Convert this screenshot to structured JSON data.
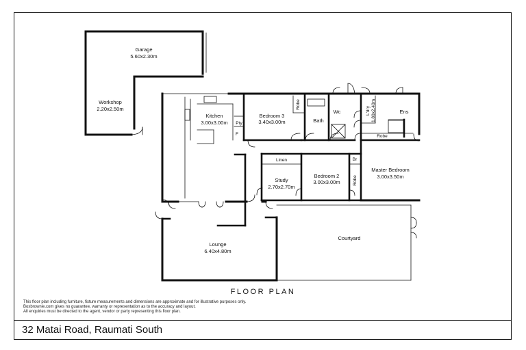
{
  "plan": {
    "rooms": [
      {
        "id": "garage",
        "name": "Garage",
        "dims": "5.60x2.30m"
      },
      {
        "id": "workshop",
        "name": "Workshop",
        "dims": "2.20x2.50m"
      },
      {
        "id": "kitchen",
        "name": "Kitchen",
        "dims": "3.00x3.00m"
      },
      {
        "id": "bedroom3",
        "name": "Bedroom 3",
        "dims": "3.40x3.00m"
      },
      {
        "id": "bath",
        "name": "Bath"
      },
      {
        "id": "wc",
        "name": "Wc"
      },
      {
        "id": "ldry",
        "name": "L'dry",
        "dims": "1.80x2.40m"
      },
      {
        "id": "ens",
        "name": "Ens"
      },
      {
        "id": "master",
        "name": "Master Bedroom",
        "dims": "3.00x3.50m"
      },
      {
        "id": "bedroom2",
        "name": "Bedroom 2",
        "dims": "3.00x3.00m"
      },
      {
        "id": "study",
        "name": "Study",
        "dims": "2.70x2.70m"
      },
      {
        "id": "lounge",
        "name": "Lounge",
        "dims": "6.40x4.80m"
      },
      {
        "id": "courtyard",
        "name": "Courtyard"
      }
    ],
    "small_labels": {
      "robe1": "Robe",
      "robe2": "Robe",
      "robe3": "Robe",
      "pty": "Pty",
      "f": "F",
      "br": "Br",
      "linen": "Linen"
    }
  },
  "title": "FLOOR PLAN",
  "disclaimer": [
    "This floor plan including furniture, fixture measurements and dimensions are approximate and for illustrative purposes only.",
    "Boxbrownie.com gives no guarantee, warranty or representation as to the accuracy and layout.",
    "All enquiries must be directed to the agent, vendor or party representing this floor plan."
  ],
  "address": "32 Matai Road, Raumati South"
}
